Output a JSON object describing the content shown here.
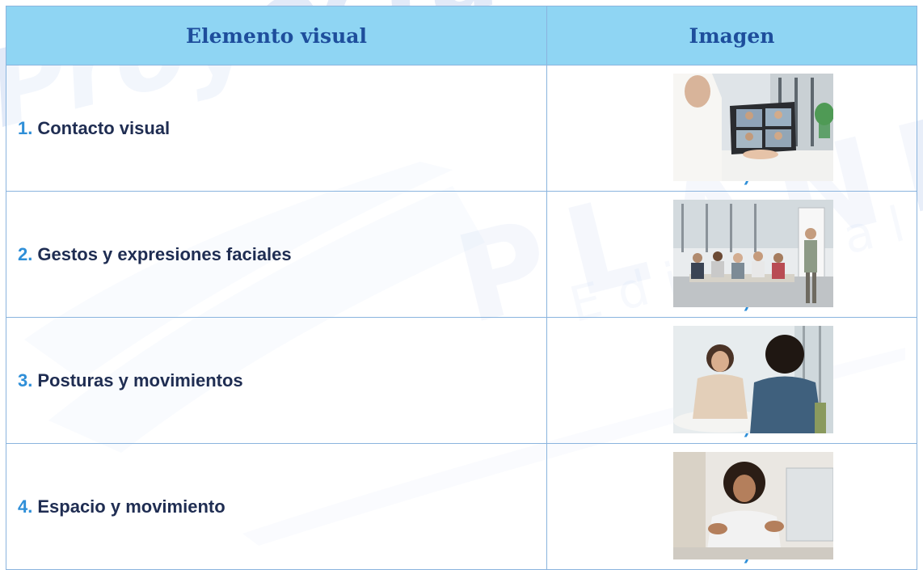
{
  "table": {
    "header": {
      "col1": "Elemento visual",
      "col2": "Imagen"
    },
    "rows": [
      {
        "num": "1.",
        "label": "Contacto visual",
        "letter": "a)",
        "image_icon": "video-call-photo"
      },
      {
        "num": "2.",
        "label": "Gestos y expresiones faciales",
        "letter": "b)",
        "image_icon": "meeting-photo"
      },
      {
        "num": "3.",
        "label": "Posturas y movimientos",
        "letter": "c)",
        "image_icon": "conversation-photo"
      },
      {
        "num": "4.",
        "label": "Espacio y movimiento",
        "letter": "d)",
        "image_icon": "woman-gesturing-photo"
      }
    ]
  },
  "colors": {
    "header_bg": "#8fd5f3",
    "header_text": "#1e4e9c",
    "accent": "#2f8fd8",
    "body_text": "#1f2d52"
  }
}
